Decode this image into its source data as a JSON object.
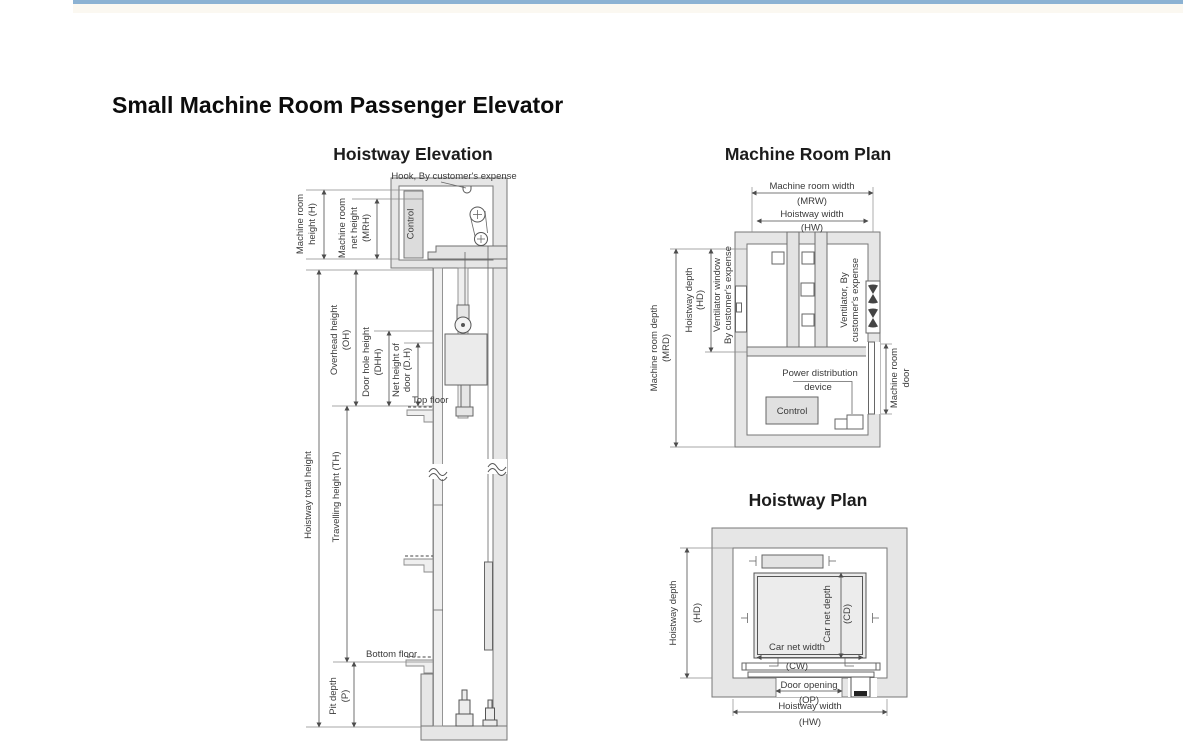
{
  "header": {
    "title": "Small Machine Room Passenger Elevator"
  },
  "theme": {
    "accent_bar": "#8cb2d3",
    "wall_fill": "#e6e6e6",
    "line_color": "#555555"
  },
  "hoistway_elevation": {
    "heading": "Hoistway Elevation",
    "annotations": {
      "hook": "Hook, By customer's expense",
      "control": "Control",
      "top_floor": "Top floor",
      "bottom_floor": "Bottom floor"
    },
    "dims": {
      "machine_room_height": [
        "Machine room",
        "height (H)"
      ],
      "machine_room_net_height": [
        "Machine room",
        "net height",
        "(MRH)"
      ],
      "overhead_height": [
        "Overhead height",
        "(OH)"
      ],
      "door_hole_height": [
        "Door hole height",
        "(DHH)"
      ],
      "net_height_of_door": [
        "Net height of",
        "door (D.H)"
      ],
      "hoistway_total_height": [
        "Hoistway total height"
      ],
      "travelling_height": [
        "Travelling height (TH)"
      ],
      "pit_depth": [
        "Pit depth",
        "(P)"
      ]
    }
  },
  "machine_room_plan": {
    "heading": "Machine Room Plan",
    "annotations": {
      "control": "Control",
      "power_distribution": [
        "Power distribution",
        "device"
      ],
      "ventilator_window": [
        "Ventilator window",
        "By customer's expense"
      ],
      "ventilator": [
        "Ventilator, By",
        "customer's expense"
      ]
    },
    "dims": {
      "machine_room_width": [
        "Machine room width",
        "(MRW)"
      ],
      "hoistway_width": [
        "Hoistway width",
        "(HW)"
      ],
      "machine_room_depth": [
        "Machine room depth",
        "(MRD)"
      ],
      "hoistway_depth": [
        "Hoistway depth",
        "(HD)"
      ],
      "machine_room_door": [
        "Machine room",
        "door"
      ]
    }
  },
  "hoistway_plan": {
    "heading": "Hoistway Plan",
    "dims": {
      "hoistway_depth": [
        "Hoistway depth",
        "(HD)"
      ],
      "hoistway_width": [
        "Hoistway width",
        "(HW)"
      ],
      "car_net_width": [
        "Car net width",
        "(CW)"
      ],
      "car_net_depth": [
        "Car net depth",
        "(CD)"
      ],
      "door_opening": [
        "Door opening",
        "(OP)"
      ]
    }
  }
}
